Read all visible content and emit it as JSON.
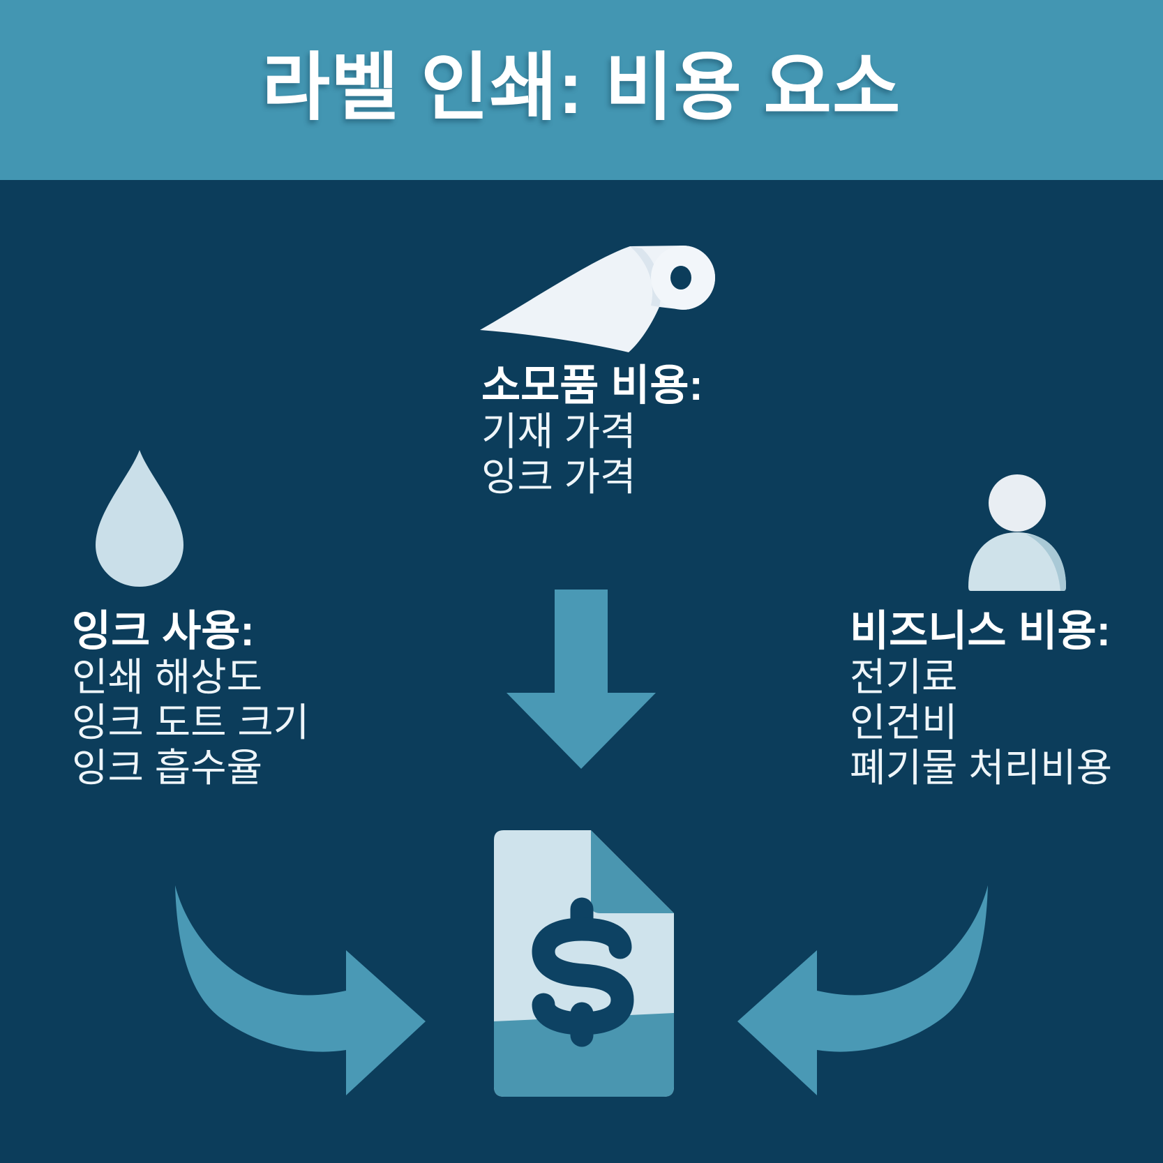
{
  "title": "라벨 인쇄: 비용 요소",
  "sections": {
    "supplies": {
      "icon": "label-roll-icon",
      "heading": "소모품 비용:",
      "items": [
        "기재 가격",
        "잉크 가격"
      ]
    },
    "ink": {
      "icon": "ink-drop-icon",
      "heading": "잉크 사용:",
      "items": [
        "인쇄 해상도",
        "잉크 도트 크기",
        "잉크 흡수율"
      ]
    },
    "business": {
      "icon": "person-icon",
      "heading": "비즈니스 비용:",
      "items": [
        "전기료",
        "인건비",
        "폐기물 처리비용"
      ]
    }
  },
  "center_icon": "cost-document-with-dollar-sign",
  "colors": {
    "background": "#0c3d5b",
    "header_band": "#4396b2",
    "arrow": "#4a99b5",
    "light_icon": "#cfe3ec",
    "droplet": "#cadfe9",
    "roll_white": "#eef3f8",
    "person_head": "#e9eef3",
    "person_body": "#cfe2ea",
    "person_body_shade": "#a9c9d6",
    "document_accent": "#4a96b0",
    "dollar_sign": "#0d4263",
    "title_text": "#ffffff"
  }
}
